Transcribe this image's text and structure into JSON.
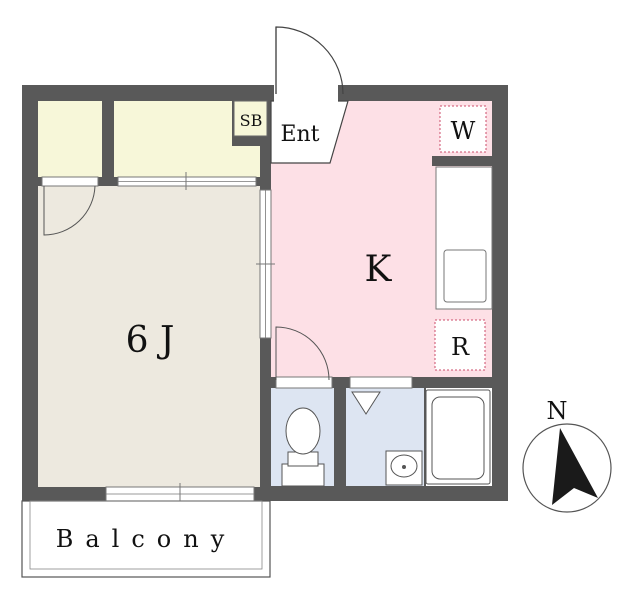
{
  "rooms": {
    "main_room": "6 J",
    "kitchen": "K",
    "entrance": "Ent",
    "shoe_box": "SB",
    "washer": "W",
    "refrigerator": "R",
    "balcony": "Balcony"
  },
  "compass": {
    "north": "N"
  },
  "colors": {
    "wall": "#595959",
    "main_room": "#ede9df",
    "kitchen": "#fde0e6",
    "closet": "#f7f7d9",
    "wet_area": "#dde5f2",
    "washer_outline": "#cc4d6b"
  }
}
